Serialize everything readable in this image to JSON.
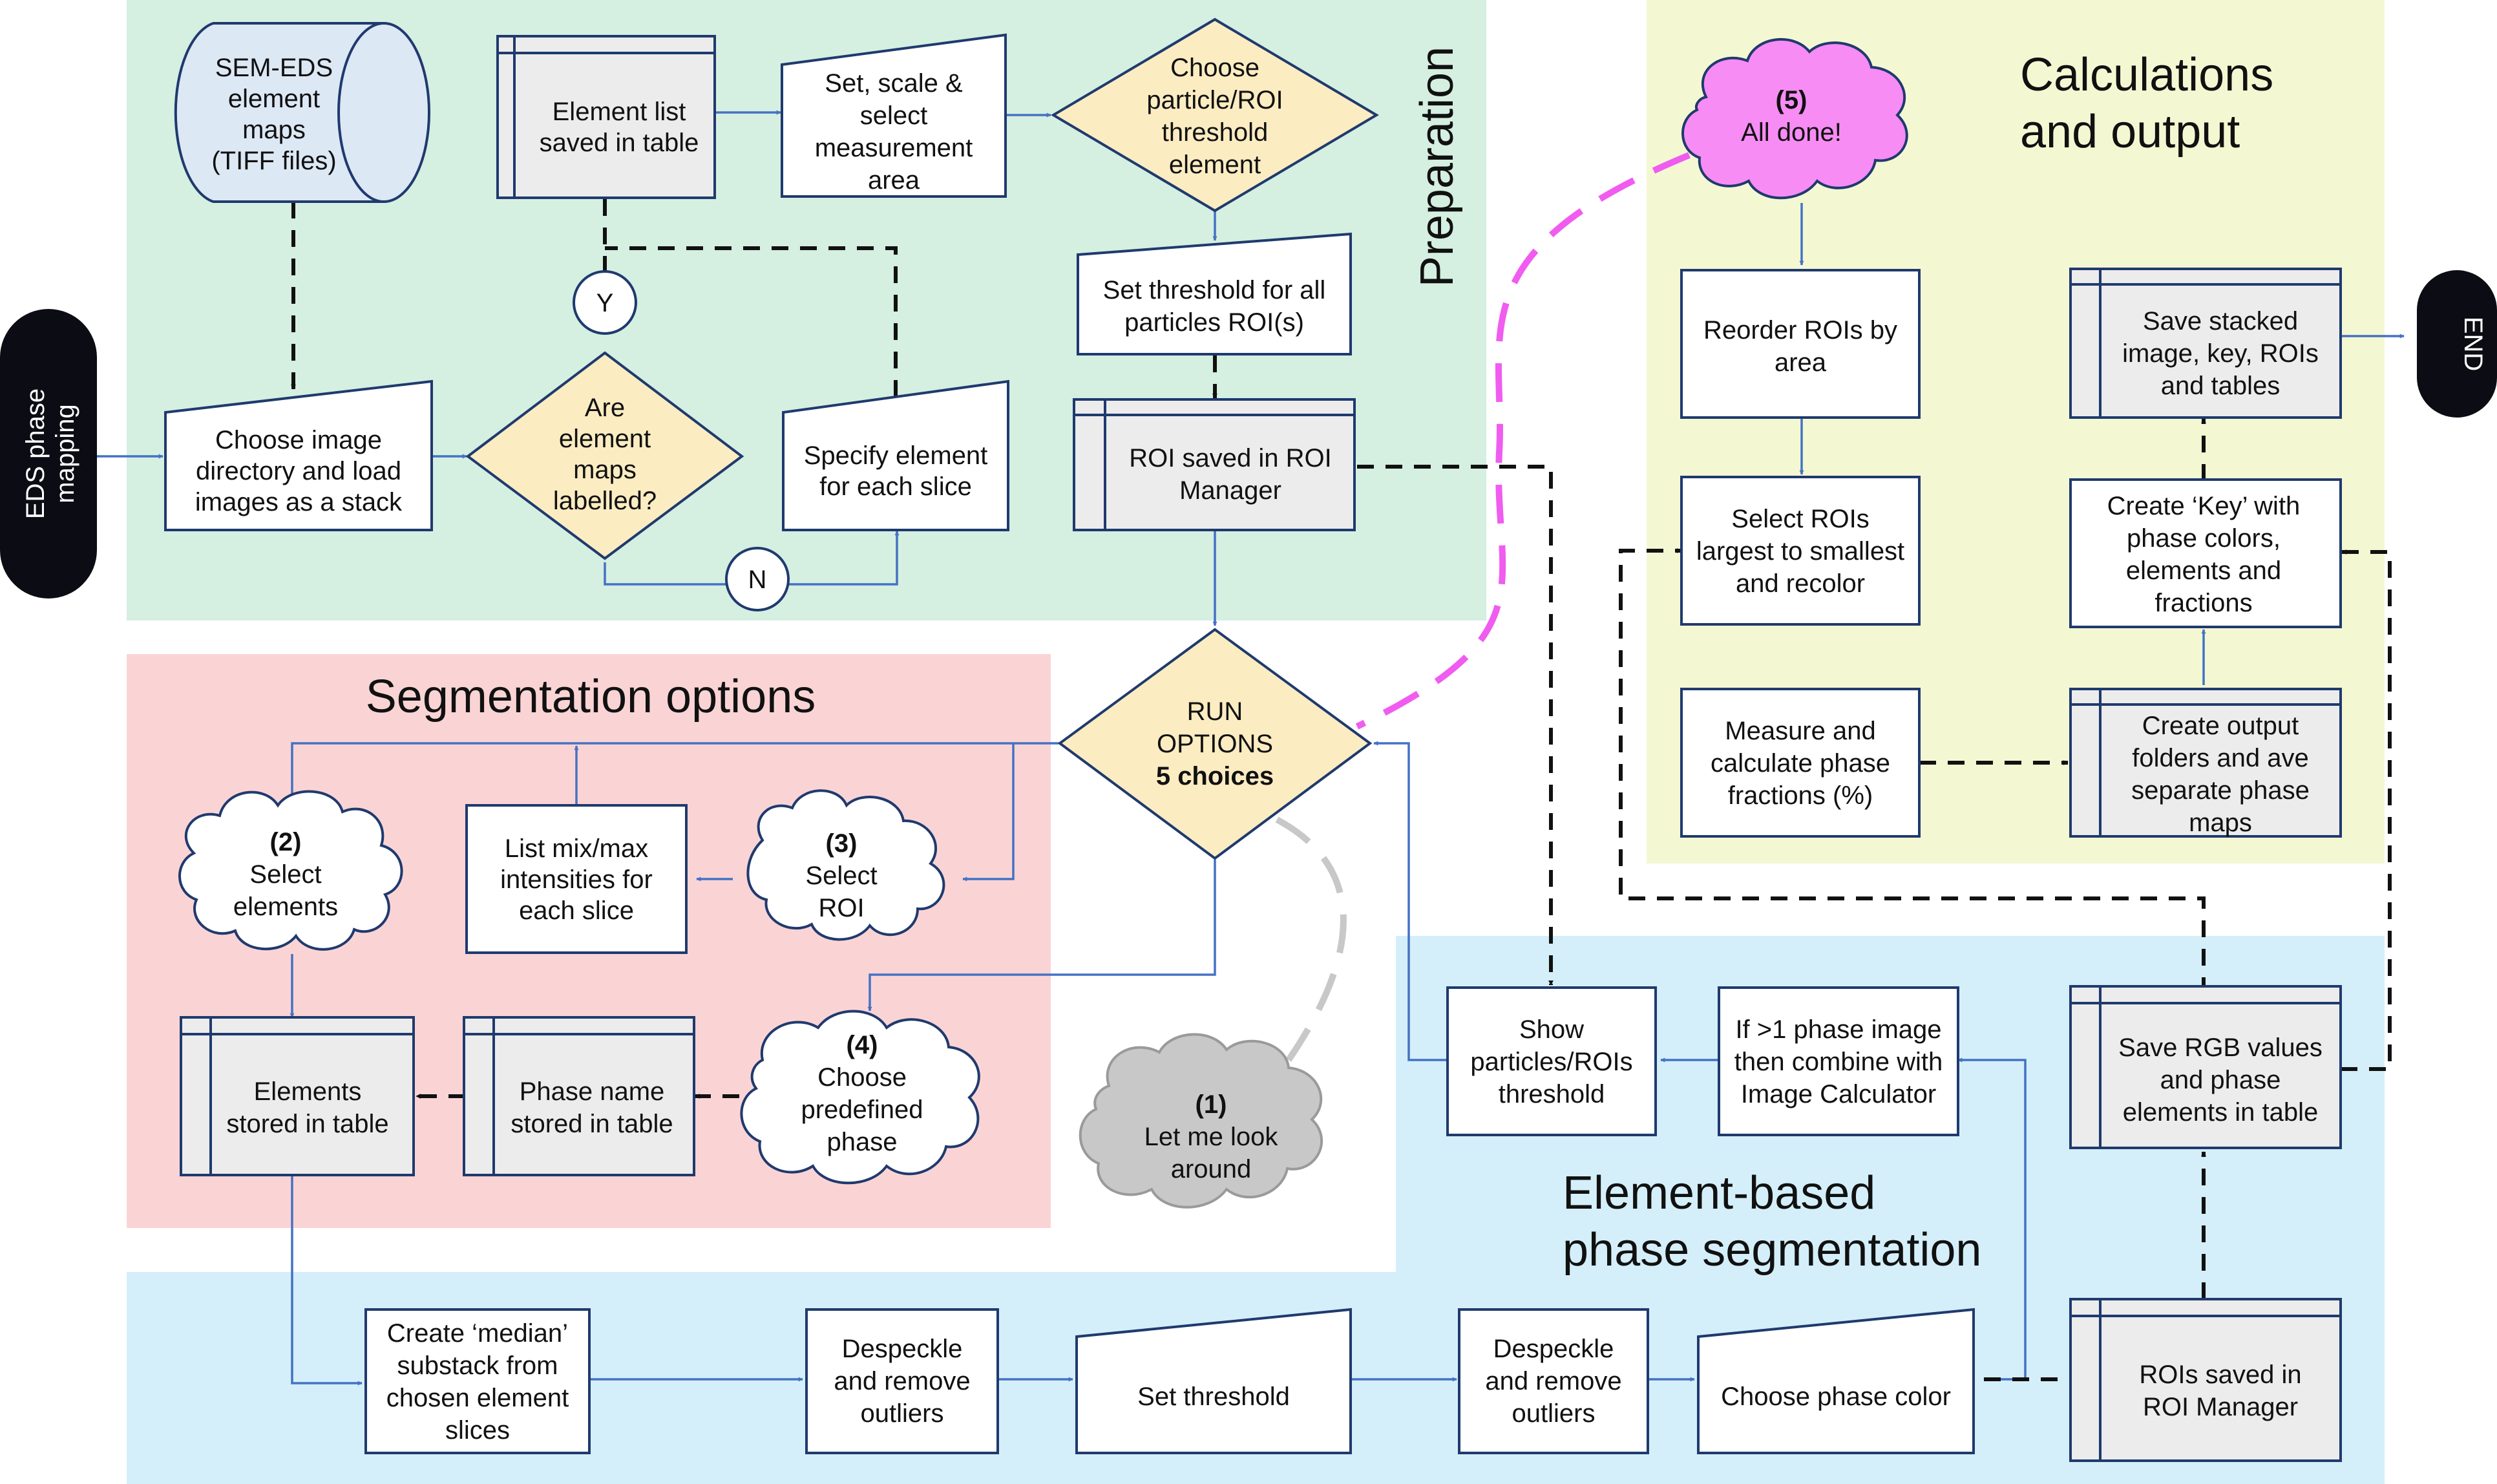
{
  "regions": {
    "preparation": "Preparation",
    "segmentation": "Segmentation options",
    "calculations_1": "Calculations",
    "calculations_2": "and output",
    "element_based_1": "Element-based",
    "element_based_2": "phase segmentation"
  },
  "terminals": {
    "start": [
      "EDS phase",
      "mapping"
    ],
    "end": [
      "END"
    ]
  },
  "nodes": {
    "sem_eds": [
      "SEM-EDS",
      "element",
      "maps",
      "(TIFF files)"
    ],
    "choose_image": [
      "Choose image",
      "directory and load",
      "images as a stack"
    ],
    "are_labelled": [
      "Are",
      "element",
      "maps",
      "labelled?"
    ],
    "yes": [
      "Y"
    ],
    "no": [
      "N"
    ],
    "element_list": [
      "Element list",
      "saved in table"
    ],
    "specify_element": [
      "Specify element",
      "for each slice"
    ],
    "set_scale": [
      "Set, scale &",
      "select",
      "measurement",
      "area"
    ],
    "choose_particle": [
      "Choose",
      "particle/ROI",
      "threshold",
      "element"
    ],
    "set_threshold_all": [
      "Set threshold for all",
      "particles ROI(s)"
    ],
    "roi_saved": [
      "ROI saved in ROI",
      "Manager"
    ],
    "run_options_1": [
      "RUN",
      "OPTIONS"
    ],
    "run_options_2": [
      "5 choices"
    ],
    "select_elements_num": [
      "(2)"
    ],
    "select_elements": [
      "Select",
      "elements"
    ],
    "list_minmax": [
      "List mix/max",
      "intensities for",
      "each slice"
    ],
    "select_roi_num": [
      "(3)"
    ],
    "select_roi": [
      "Select",
      "ROI"
    ],
    "elements_stored": [
      "Elements",
      "stored in table"
    ],
    "phase_name": [
      "Phase name",
      "stored in table"
    ],
    "predefined_num": [
      "(4)"
    ],
    "predefined": [
      "Choose",
      "predefined",
      "phase"
    ],
    "look_around_num": [
      "(1)"
    ],
    "look_around": [
      "Let me look",
      "around"
    ],
    "all_done_num": [
      "(5)"
    ],
    "all_done": [
      "All done!"
    ],
    "reorder_rois": [
      "Reorder ROIs  by",
      "area"
    ],
    "select_rois_recolor": [
      "Select ROIs",
      "largest to smallest",
      "and recolor"
    ],
    "measure_phase": [
      "Measure and",
      "calculate phase",
      "fractions (%)"
    ],
    "save_stacked": [
      "Save stacked",
      "image, key, ROIs",
      "and tables"
    ],
    "create_key": [
      "Create ‘Key’ with",
      "phase colors,",
      "elements and",
      "fractions"
    ],
    "create_output": [
      "Create output",
      "folders and ave",
      "separate phase",
      "maps"
    ],
    "show_particles": [
      "Show",
      "particles/ROIs",
      "threshold"
    ],
    "combine_phase": [
      "If >1 phase image",
      "then combine with",
      "Image Calculator"
    ],
    "save_rgb": [
      "Save RGB values",
      "and phase",
      "elements in table"
    ],
    "create_median": [
      "Create ‘median’",
      "substack from",
      "chosen element",
      "slices"
    ],
    "despeckle_1": [
      "Despeckle",
      "and remove",
      "outliers"
    ],
    "set_threshold": [
      "Set threshold"
    ],
    "despeckle_2": [
      "Despeckle",
      "and remove",
      "outliers"
    ],
    "choose_phase_color": [
      "Choose phase color"
    ],
    "rois_saved_manager": [
      "ROIs saved in",
      "ROI Manager"
    ]
  },
  "colors": {
    "preparation_bg": "#d5efe1",
    "segmentation_bg": "#fad4d5",
    "calculations_bg": "#f4f8d2",
    "element_based_bg": "#d4eff9",
    "decision_fill": "#fcecc2",
    "stored_fill": "#ececec",
    "cylinder_fill": "#dde8f5",
    "cloud_done_fill": "#f78cf4",
    "cloud_look_fill": "#c8c8c8",
    "line_blue": "#4472c4",
    "line_magenta": "#f05cf0",
    "line_grey": "#c8c8c8",
    "node_stroke": "#1f3a6e"
  }
}
